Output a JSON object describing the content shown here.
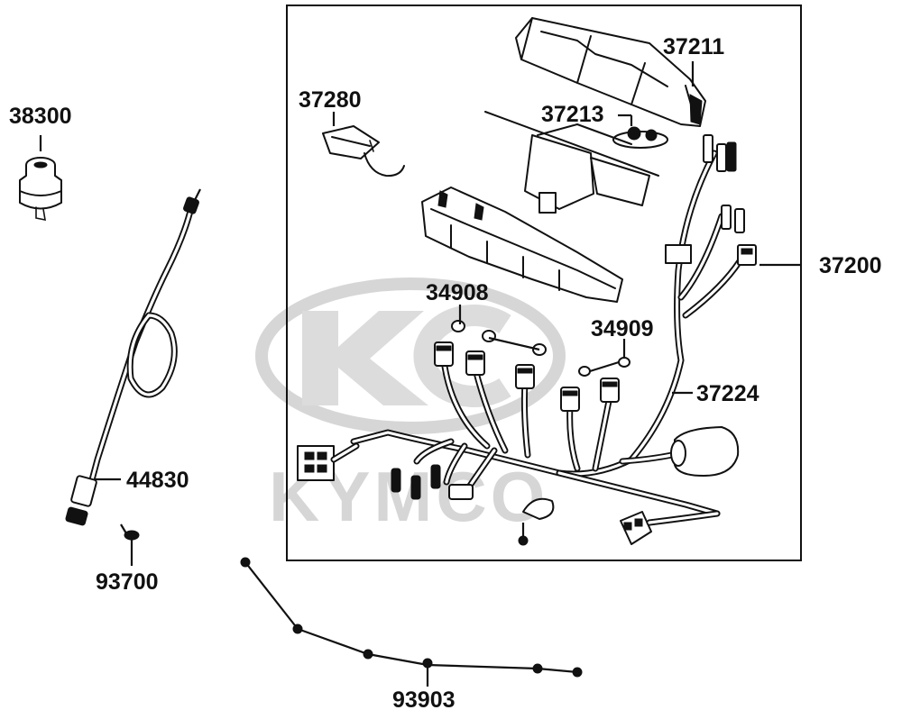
{
  "watermark": {
    "brand": "KYMCO",
    "color": "#d6d6d6"
  },
  "parts": {
    "p37211": "37211",
    "p37280": "37280",
    "p37213": "37213",
    "p37200": "37200",
    "p34908": "34908",
    "p34909": "34909",
    "p37224": "37224",
    "p38300": "38300",
    "p44830": "44830",
    "p93700": "93700",
    "p93903": "93903"
  }
}
